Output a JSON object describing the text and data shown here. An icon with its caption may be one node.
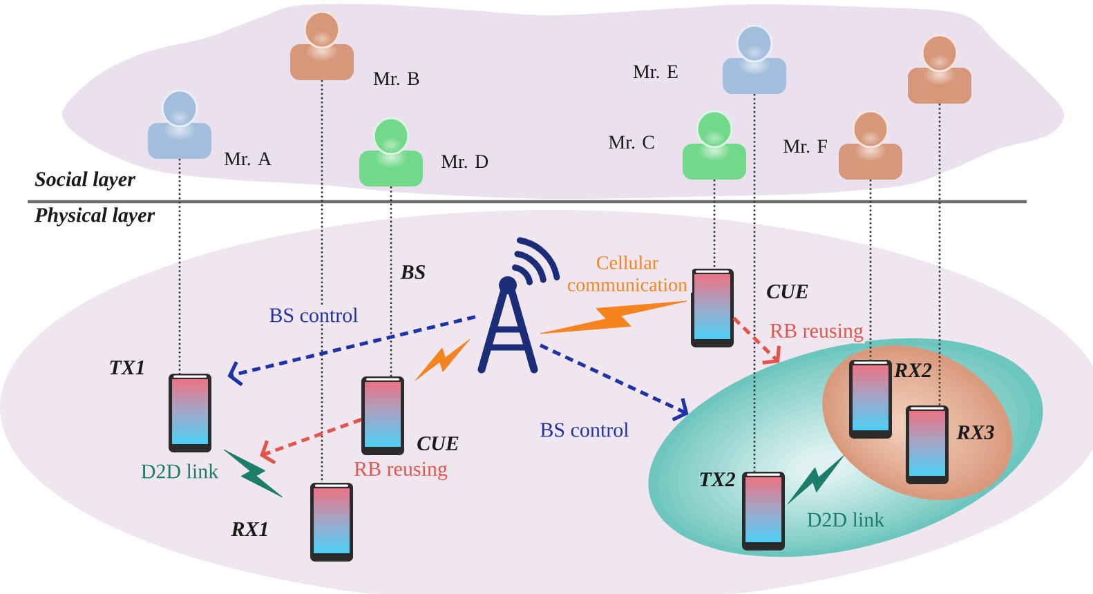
{
  "diagram": {
    "nodes": [
      {
        "text": [
          "Social layer"
        ]
      },
      {
        "text": [
          "Physical layer"
        ]
      },
      {
        "text": [],
        "shape": "person",
        "beside": [
          "Mr. A"
        ],
        "in": 0
      },
      {
        "text": [],
        "shape": "person",
        "beside": [
          "Mr. B"
        ],
        "in": 0
      },
      {
        "text": [],
        "shape": "person",
        "beside": [
          "Mr. D"
        ],
        "in": 0
      },
      {
        "text": [],
        "shape": "person",
        "beside": [
          "Mr. C"
        ],
        "in": 0
      },
      {
        "text": [],
        "shape": "person",
        "beside": [
          "Mr. E"
        ],
        "in": 0
      },
      {
        "text": [],
        "shape": "person",
        "beside": [
          "Mr. F"
        ],
        "in": 0
      },
      {
        "text": [],
        "shape": "person",
        "in": 0
      },
      {
        "text": [],
        "shape": "tower",
        "beside": [
          "BS"
        ],
        "in": 1
      },
      {
        "text": [],
        "shape": "phone",
        "beside": [
          "TX1"
        ],
        "in": 1
      },
      {
        "text": [],
        "shape": "phone",
        "beside": [
          "CUE"
        ],
        "in": 1
      },
      {
        "text": [],
        "shape": "phone",
        "beside": [
          "RX1"
        ],
        "in": 1
      },
      {
        "text": [],
        "shape": "phone",
        "beside": [
          "CUE"
        ],
        "in": 1
      },
      {
        "text": [],
        "shape": "ellipse",
        "in": 1
      },
      {
        "text": [],
        "shape": "phone",
        "beside": [
          "TX2"
        ],
        "in": 14
      },
      {
        "text": [],
        "shape": "ellipse",
        "in": 14
      },
      {
        "text": [],
        "shape": "phone",
        "beside": [
          "RX2"
        ],
        "in": 16
      },
      {
        "text": [],
        "shape": "phone",
        "beside": [
          "RX3"
        ],
        "in": 16
      }
    ],
    "edges": [
      {
        "from": 2,
        "to": 10,
        "arrow": "none"
      },
      {
        "from": 3,
        "to": 12,
        "arrow": "none"
      },
      {
        "from": 4,
        "to": 11,
        "arrow": "none"
      },
      {
        "from": 5,
        "to": 13,
        "arrow": "none"
      },
      {
        "from": 6,
        "to": 15,
        "arrow": "none"
      },
      {
        "from": 7,
        "to": 17,
        "arrow": "none"
      },
      {
        "from": 8,
        "to": 18,
        "arrow": "none"
      },
      {
        "from": 9,
        "to": 10,
        "arrow": "to",
        "label": "BS control",
        "style": "dashed",
        "color": "#1f33a6"
      },
      {
        "from": 9,
        "to": 14,
        "arrow": "to",
        "label": "BS control",
        "style": "dashed",
        "color": "#1f33a6"
      },
      {
        "from": 9,
        "to": 13,
        "arrow": "none",
        "label": "Cellular communication",
        "style": "thick",
        "color": "#f5841f"
      },
      {
        "from": 9,
        "to": 11,
        "arrow": "none",
        "style": "thick",
        "color": "#f5841f"
      },
      {
        "from": 11,
        "to": null,
        "arrow": "to",
        "label": "RB reusing",
        "style": "dashed",
        "color": "#e0564a"
      },
      {
        "from": 13,
        "to": 14,
        "arrow": "to",
        "label": "RB reusing",
        "style": "dashed",
        "color": "#e0564a"
      },
      {
        "from": 10,
        "to": 12,
        "arrow": "none",
        "label": "D2D link",
        "style": "thick",
        "color": "#1c7d6b"
      },
      {
        "from": 15,
        "to": 16,
        "arrow": "none",
        "label": "D2D link",
        "style": "thick",
        "color": "#1c7d6b"
      }
    ]
  }
}
